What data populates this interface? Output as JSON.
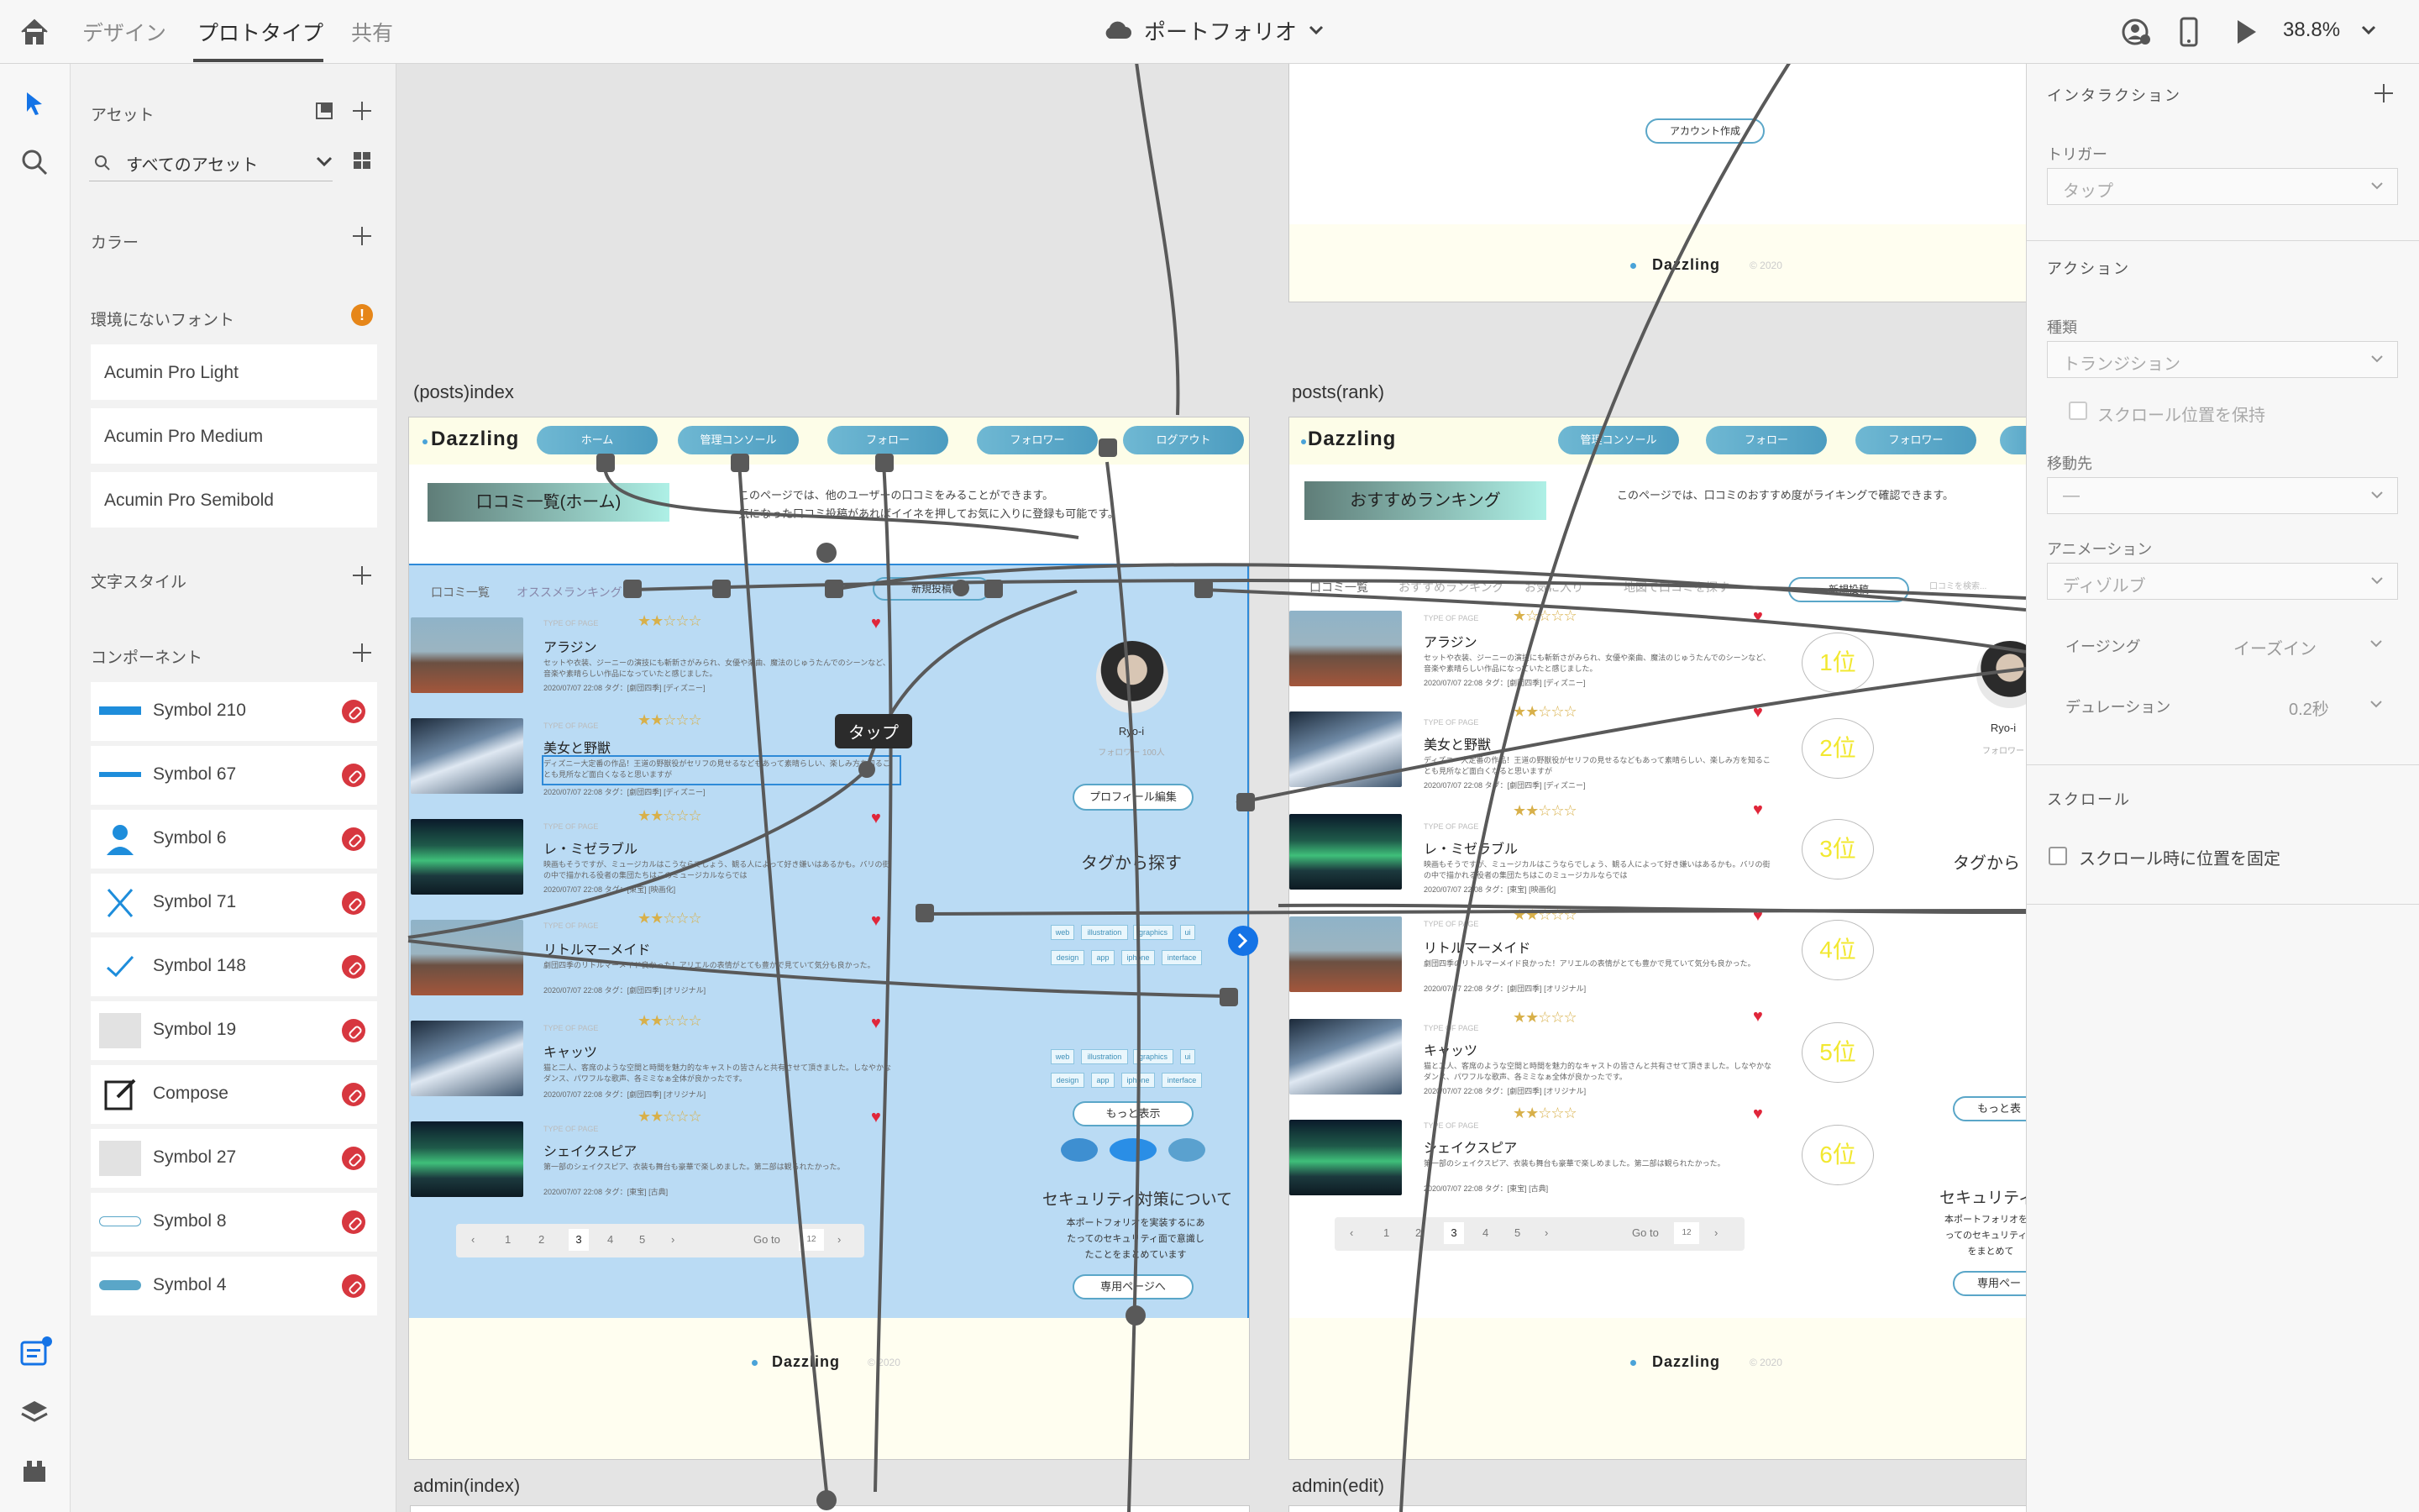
{
  "topbar": {
    "tabs": [
      "デザイン",
      "プロトタイプ",
      "共有"
    ],
    "active_tab": "プロトタイプ",
    "doc_title": "ポートフォリオ",
    "zoom": "38.8%"
  },
  "assets": {
    "title": "アセット",
    "search_placeholder": "すべてのアセット",
    "colors_label": "カラー",
    "missing_fonts_label": "環境にないフォント",
    "missing_fonts": [
      "Acumin Pro Light",
      "Acumin Pro Medium",
      "Acumin Pro Semibold"
    ],
    "char_styles_label": "文字スタイル",
    "components_label": "コンポーネント",
    "components": [
      "Symbol 210",
      "Symbol 67",
      "Symbol 6",
      "Symbol 71",
      "Symbol 148",
      "Symbol 19",
      "Compose",
      "Symbol 27",
      "Symbol 8",
      "Symbol 4"
    ]
  },
  "canvas": {
    "artboards": {
      "index_label": "(posts)index",
      "rank_label": "posts(rank)",
      "admin_index_label": "admin(index)",
      "admin_edit_label": "admin(edit)"
    },
    "brand": "Dazzling",
    "copyright": "© 2020",
    "top_fragment": {
      "account_button": "アカウント作成"
    },
    "index": {
      "nav": [
        "ホーム",
        "管理コンソール",
        "フォロー",
        "フォロワー",
        "ログアウト"
      ],
      "heading": "口コミ一覧(ホーム)",
      "intro_1": "このページでは、他のユーザーの口コミをみることができます。",
      "intro_2": "気になった口コミ投稿があればイイネを押してお気に入りに登録も可能です。",
      "subtabs": [
        "口コミ一覧",
        "オススメランキング"
      ],
      "new_post": "新規投稿",
      "profile_name": "Ryo-i",
      "profile_follow": "フォロワー 100人",
      "profile_edit": "プロフィール編集",
      "tags_title": "タグから探す",
      "tags_row1": [
        "web",
        "illustration",
        "graphics",
        "ui"
      ],
      "tags_row2": [
        "design",
        "app",
        "iphone",
        "interface"
      ],
      "more": "もっと表示",
      "security_title": "セキュリティ対策について",
      "security_text": "本ポートフォリオを実装するにあたってのセキュリティ面で意識したことをまとめています",
      "security_btn": "専用ページへ",
      "pager": [
        "1",
        "2",
        "3",
        "4",
        "5"
      ],
      "goto": "Go to",
      "goto_val": "12"
    },
    "rank": {
      "nav": [
        "管理コンソール",
        "フォロー",
        "フォロワー"
      ],
      "heading": "おすすめランキング",
      "intro": "このページでは、口コミのおすすめ度がライキングで確認できます。",
      "subtabs": [
        "口コミ一覧",
        "おすすめランキング",
        "お気に入り",
        "地図で口コミを探す"
      ],
      "new_post": "新規投稿",
      "search_placeholder": "口コミを検索...",
      "ranks": [
        "1位",
        "2位",
        "3位",
        "4位",
        "5位",
        "6位"
      ],
      "profile_name": "Ryo-i",
      "profile_follow": "フォロワー",
      "tags_title": "タグから",
      "more": "もっと表",
      "security_title": "セキュリティ対",
      "security_text": "本ポートフォリオを実ってのセキュリティとをまとめて",
      "security_btn": "専用ペー",
      "pager": [
        "1",
        "2",
        "3",
        "4",
        "5"
      ],
      "goto": "Go to",
      "goto_val": "12"
    },
    "posts": [
      {
        "title": "アラジン",
        "type": "TYPE OF PAGE",
        "desc": "セットや衣装、ジーニーの演技にも斬新さがみられ、女優や楽曲、魔法のじゅうたんでのシーンなど、音楽や素晴らしい作品になっていたと感じました。",
        "date": "2020/07/07 22:08 タグ：[劇団四季] [ディズニー]"
      },
      {
        "title": "美女と野獣",
        "type": "TYPE OF PAGE",
        "desc": "ディズニー大定番の作品！王道の野獣役がセリフの見せるなどもあって素晴らしい、楽しみ方を知ることも見所など面白くなると思いますが",
        "date": "2020/07/07 22:08 タグ：[劇団四季] [ディズニー]"
      },
      {
        "title": "レ・ミゼラブル",
        "type": "TYPE OF PAGE",
        "desc": "映画もそうですが、ミュージカルはこうならでしょう、観る人によって好き嫌いはあるかも。バリの街の中で描かれる役者の集団たちはこのミュージカルならでは",
        "date": "2020/07/07 22:08 タグ：[東宝] [映画化]"
      },
      {
        "title": "リトルマーメイド",
        "type": "TYPE OF PAGE",
        "desc": "劇団四季のリトルマーメイド良かった！アリエルの表情がとても豊かで見ていて気分も良かった。",
        "date": "2020/07/07 22:08 タグ：[劇団四季] [オリジナル]"
      },
      {
        "title": "キャッツ",
        "type": "TYPE OF PAGE",
        "desc": "猫と二人、客席のような空間と時間を魅力的なキャストの皆さんと共有させて頂きました。しなやかなダンス、パワフルな歌声、各ミミなぁ全体が良かったです。",
        "date": "2020/07/07 22:08 タグ：[劇団四季] [オリジナル]"
      },
      {
        "title": "シェイクスピア",
        "type": "TYPE OF PAGE",
        "desc": "第一部のシェイクスピア、衣装も舞台も豪華で楽しめました。第二部は観られたかった。",
        "date": "2020/07/07 22:08 タグ：[東宝] [古典]"
      }
    ],
    "tooltip": "タップ"
  },
  "props": {
    "interaction_label": "インタラクション",
    "trigger_label": "トリガー",
    "trigger_value": "タップ",
    "action_label": "アクション",
    "type_label": "種類",
    "type_value": "トランジション",
    "keep_scroll_label": "スクロール位置を保持",
    "destination_label": "移動先",
    "destination_value": "—",
    "animation_label": "アニメーション",
    "animation_value": "ディゾルブ",
    "easing_label": "イージング",
    "easing_value": "イーズイン",
    "duration_label": "デュレーション",
    "duration_value": "0.2秒",
    "scroll_label": "スクロール",
    "fix_scroll_label": "スクロール時に位置を固定"
  },
  "colors": {
    "accent": "#2e8ad8",
    "rank_text": "#f2e830",
    "heart": "#e0263a",
    "link_badge": "#d7373f"
  }
}
